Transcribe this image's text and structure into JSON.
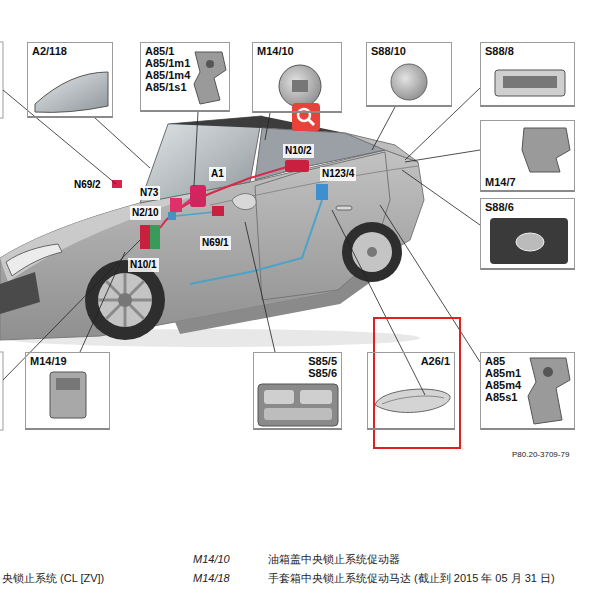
{
  "diagram": {
    "nodes": [
      {
        "text": [
          "A2/118"
        ]
      },
      {
        "text": [
          "A85/1 A85/1m1 A85/1m4 A85/1s1"
        ]
      },
      {
        "text": [
          "M14/10"
        ]
      },
      {
        "text": [
          "S88/10"
        ]
      },
      {
        "text": [
          "S88/8"
        ]
      },
      {
        "text": [
          "M14/7"
        ]
      },
      {
        "text": [
          "S88/6"
        ]
      },
      {
        "text": [
          "M14/19"
        ]
      },
      {
        "text": [
          "S85/5 S85/6"
        ]
      },
      {
        "text": [
          "A26/1"
        ]
      },
      {
        "text": [
          "A85 A85m1 A85m4 A85s1"
        ]
      }
    ],
    "labels": [
      "N69/2",
      "N73",
      "N2/10",
      "N10/1",
      "N69/1",
      "A1",
      "N10/2",
      "N123/4",
      "P80.20-3709-79",
      "M14/10",
      "油箱盖中央锁止系统促动器",
      "M14/18",
      "手套箱中央锁止系统促动马达 (截止到 2015 年 05 月 31 日)",
      "央锁止系统 (CL [ZV])"
    ]
  }
}
